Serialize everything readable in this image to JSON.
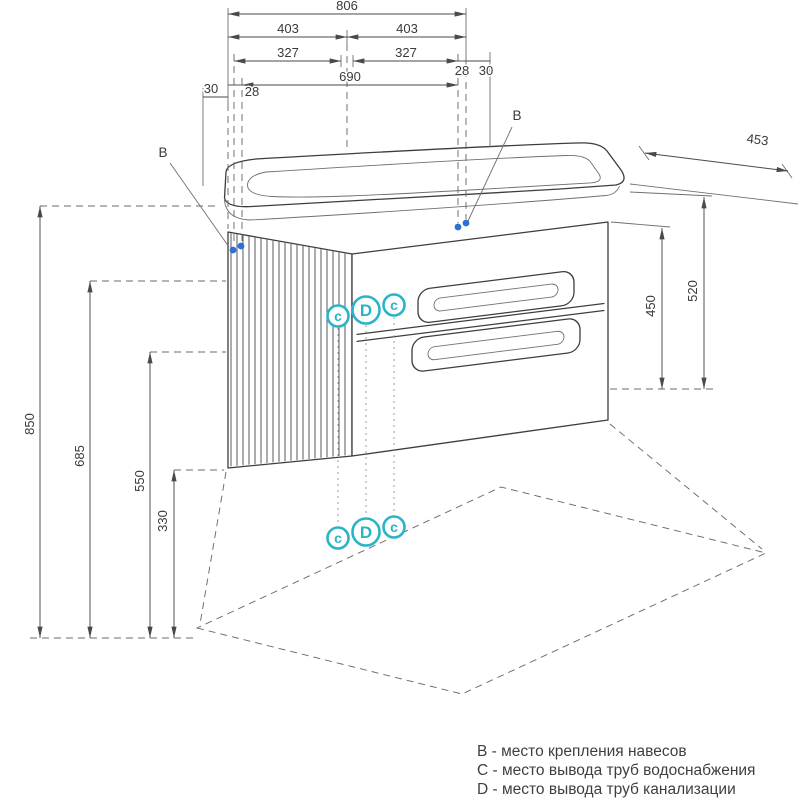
{
  "legend": {
    "items": [
      "B - место крепления навесов",
      "C - место вывода труб водоснабжения",
      "D - место вывода труб канализации"
    ]
  },
  "dims": {
    "top": {
      "total": "806",
      "left_half": "403",
      "right_half": "403",
      "left_inner": "327",
      "right_inner": "327",
      "span": "690",
      "left_offset": "28",
      "left_margin": "30",
      "right_offset": "28",
      "right_margin": "30"
    },
    "left": {
      "h1": "850",
      "h2": "685",
      "h3": "550",
      "h4": "330"
    },
    "right": {
      "depth": "453",
      "h1": "520",
      "h2": "450"
    }
  },
  "callouts": {
    "hanger": "B",
    "water": "c",
    "drain": "D"
  },
  "colors": {
    "line": "#3d3d3d",
    "teal": "#29b4c8",
    "blue": "#2f6fd8"
  }
}
